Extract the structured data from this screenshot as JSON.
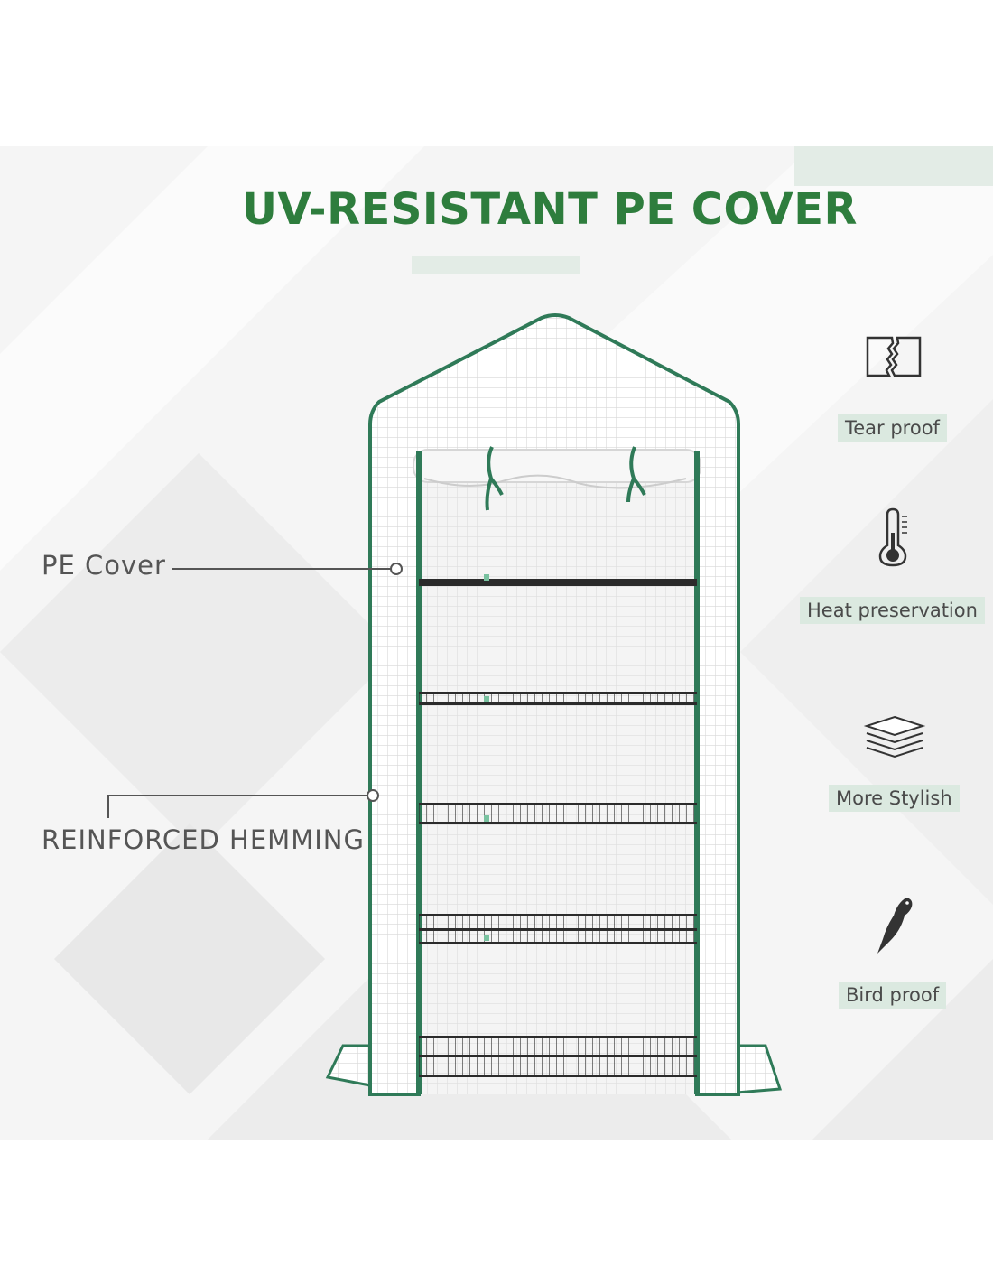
{
  "title": "UV-RESISTANT PE COVER",
  "callouts": {
    "pe_cover": "PE Cover",
    "hemming": "REINFORCED HEMMING"
  },
  "features": [
    {
      "label": "Tear proof",
      "icon": "tear-proof-icon"
    },
    {
      "label": "Heat preservation",
      "icon": "thermometer-icon"
    },
    {
      "label": "More Stylish",
      "icon": "layers-icon"
    },
    {
      "label": "Bird proof",
      "icon": "bird-icon"
    }
  ],
  "colors": {
    "title_green": "#2e7d3d",
    "trim_green": "#2f7a58",
    "label_bg": "#dbe9e0",
    "shelf": "#2b2b2b"
  }
}
